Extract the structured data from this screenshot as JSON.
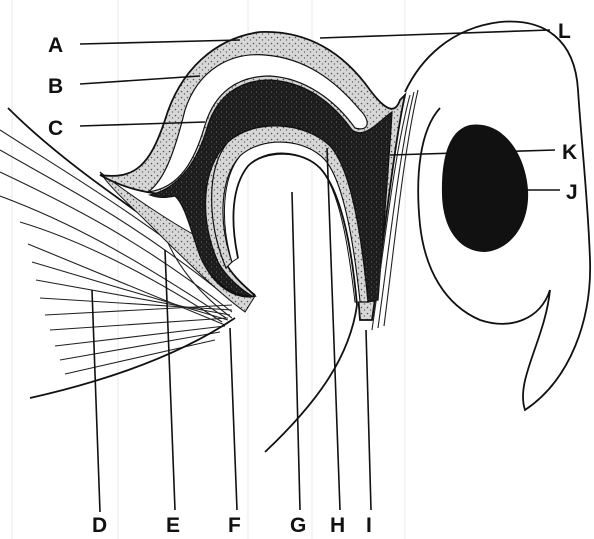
{
  "diagram": {
    "labels": {
      "A": "A",
      "B": "B",
      "C": "C",
      "D": "D",
      "E": "E",
      "F": "F",
      "G": "G",
      "H": "H",
      "I": "I",
      "J": "J",
      "K": "K",
      "L": "L"
    }
  },
  "colors": {
    "ink": "#111111",
    "dark_tissue": "#1a1a1a",
    "stippled_layer": "#cfcfcf",
    "background": "#ffffff"
  }
}
